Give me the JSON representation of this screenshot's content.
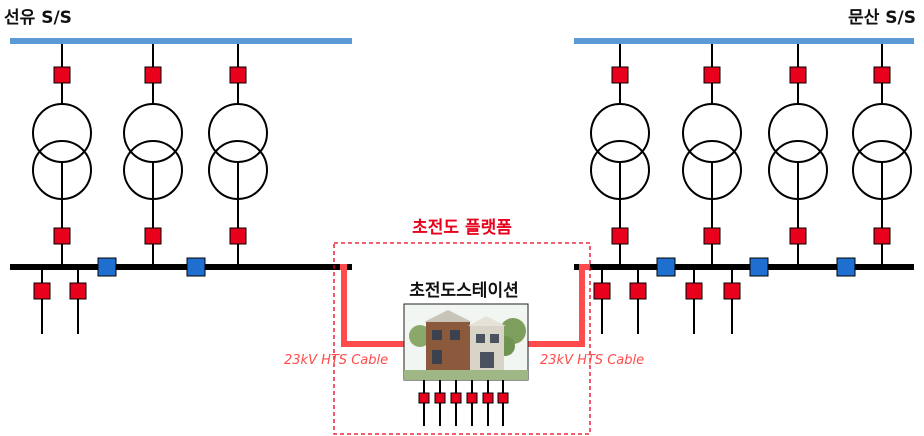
{
  "labels": {
    "left_substation": "선유 S/S",
    "right_substation": "문산 S/S",
    "platform": "초전도 플랫폼",
    "station": "초전도스테이션",
    "cable_left": "23kV HTS Cable",
    "cable_right": "23kV HTS Cable"
  },
  "colors": {
    "top_bus": "#5b9bd5",
    "main_bus": "#000000",
    "breaker_red": "#e8001c",
    "breaker_blue": "#1f6fd1",
    "cable": "#ff4b4b",
    "platform_text": "#e8001c"
  },
  "counts": {
    "left_transformers": 3,
    "right_transformers": 4,
    "left_feeders": 2,
    "right_feeders": 4,
    "station_feeders": 6
  }
}
